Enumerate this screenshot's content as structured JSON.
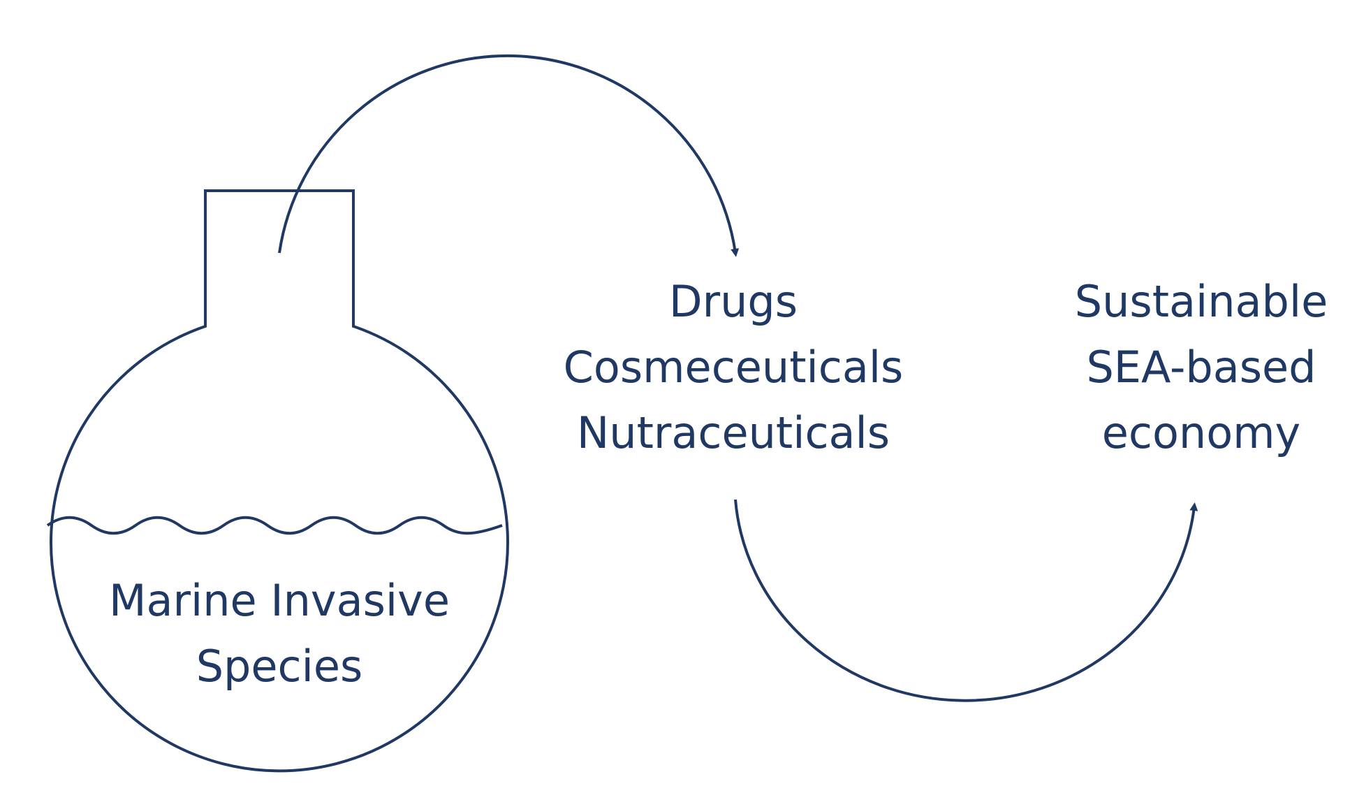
{
  "colors": {
    "stroke": "#1f3864",
    "text": "#1f3864",
    "background": "#ffffff"
  },
  "nodes": {
    "source": {
      "lines": [
        "Marine Invasive",
        "Species"
      ]
    },
    "products": {
      "lines": [
        "Drugs",
        "Cosmeceuticals",
        "Nutraceuticals"
      ]
    },
    "outcome": {
      "lines": [
        "Sustainable",
        "SEA-based",
        "economy"
      ]
    }
  },
  "edges": [
    {
      "from": "source",
      "to": "products"
    },
    {
      "from": "products",
      "to": "outcome"
    }
  ]
}
